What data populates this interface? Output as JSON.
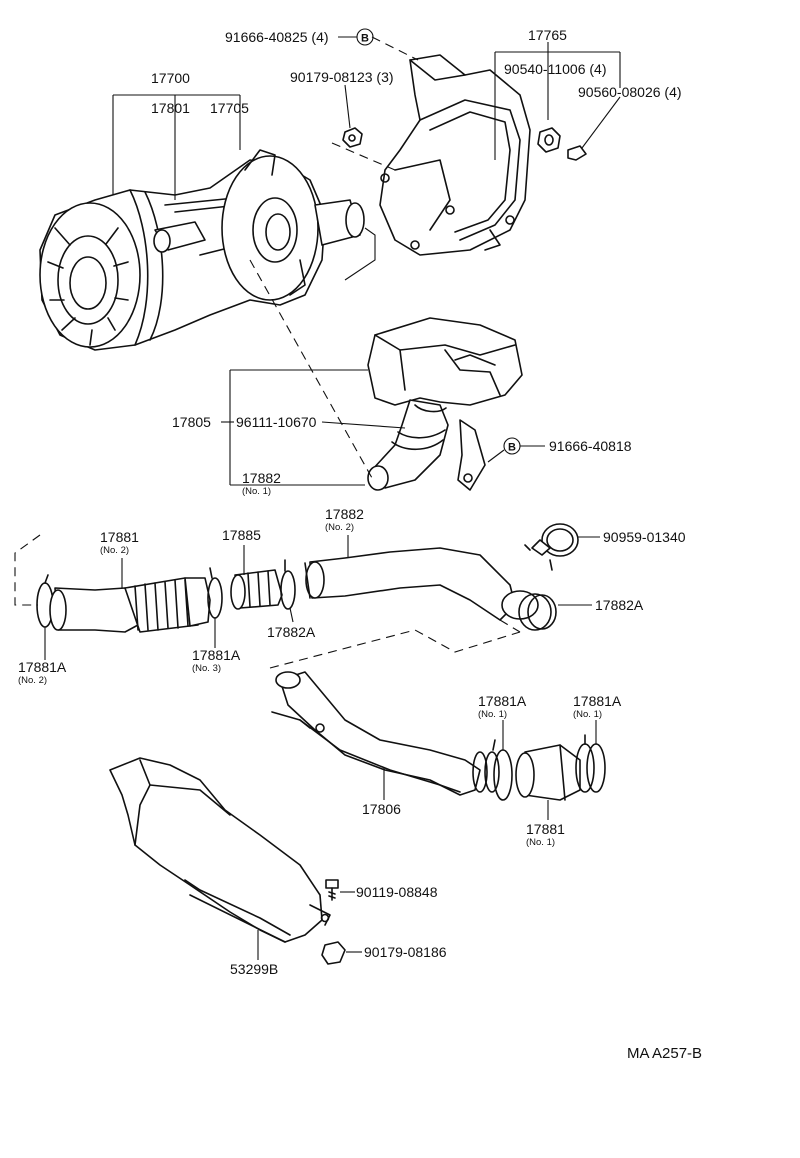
{
  "diagram_ref": "MA A257-B",
  "callout_letter": "B",
  "parts": {
    "p91666_40825": {
      "number": "91666-40825 (4)"
    },
    "p17765": {
      "number": "17765"
    },
    "p90179_08123": {
      "number": "90179-08123 (3)"
    },
    "p90540_11006": {
      "number": "90540-11006 (4)"
    },
    "p90560_08026": {
      "number": "90560-08026 (4)"
    },
    "p17700": {
      "number": "17700"
    },
    "p17801": {
      "number": "17801"
    },
    "p17705": {
      "number": "17705"
    },
    "p17805": {
      "number": "17805"
    },
    "p96111_10670": {
      "number": "96111-10670"
    },
    "p91666_40818": {
      "number": "91666-40818"
    },
    "p17882_no1": {
      "number": "17882",
      "sub": "(No. 1)"
    },
    "p17882_no2": {
      "number": "17882",
      "sub": "(No. 2)"
    },
    "p17881_no2": {
      "number": "17881",
      "sub": "(No. 2)"
    },
    "p17885": {
      "number": "17885"
    },
    "p90959_01340": {
      "number": "90959-01340"
    },
    "p17882A_right": {
      "number": "17882A"
    },
    "p17882A_mid": {
      "number": "17882A"
    },
    "p17881A_no2": {
      "number": "17881A",
      "sub": "(No. 2)"
    },
    "p17881A_no3": {
      "number": "17881A",
      "sub": "(No. 3)"
    },
    "p17881A_no1_left": {
      "number": "17881A",
      "sub": "(No. 1)"
    },
    "p17881A_no1_right": {
      "number": "17881A",
      "sub": "(No. 1)"
    },
    "p17806": {
      "number": "17806"
    },
    "p17881_no1": {
      "number": "17881",
      "sub": "(No. 1)"
    },
    "p90119_08848": {
      "number": "90119-08848"
    },
    "p90179_08186": {
      "number": "90179-08186"
    },
    "p53299B": {
      "number": "53299B"
    }
  }
}
